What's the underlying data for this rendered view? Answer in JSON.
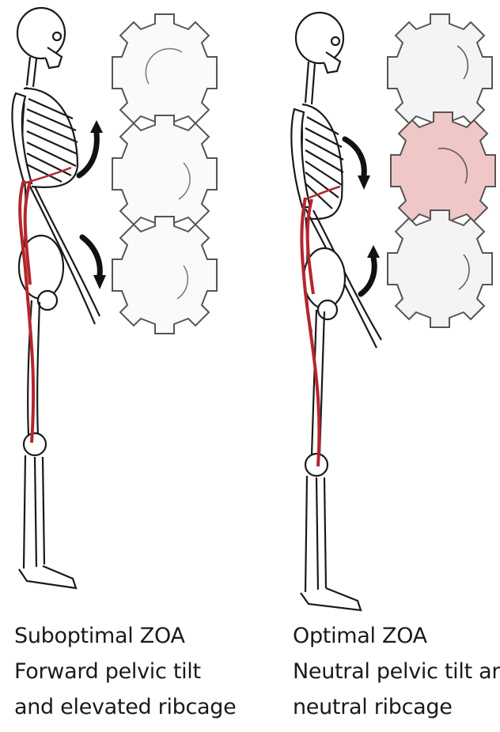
{
  "colors": {
    "muscle": "#b5262b",
    "gear_outline": "#555555",
    "gear_fill": "#fafafa",
    "gear_highlight_fill": "#efc7c7",
    "arrow": "#111111",
    "bone_outline": "#1a1a1a"
  },
  "panels": [
    {
      "id": "suboptimal",
      "caption_lines": [
        "Suboptimal ZOA",
        "Forward pelvic tilt",
        "and elevated ribcage"
      ],
      "icons": [
        "skeleton-side-view",
        "gear-stack",
        "curved-arrow-up",
        "curved-arrow-down"
      ]
    },
    {
      "id": "optimal",
      "caption_lines": [
        "Optimal ZOA",
        "Neutral pelvic tilt and",
        "neutral ribcage"
      ],
      "icons": [
        "skeleton-side-view",
        "gear-stack",
        "curved-arrow-down",
        "curved-arrow-up"
      ]
    }
  ]
}
